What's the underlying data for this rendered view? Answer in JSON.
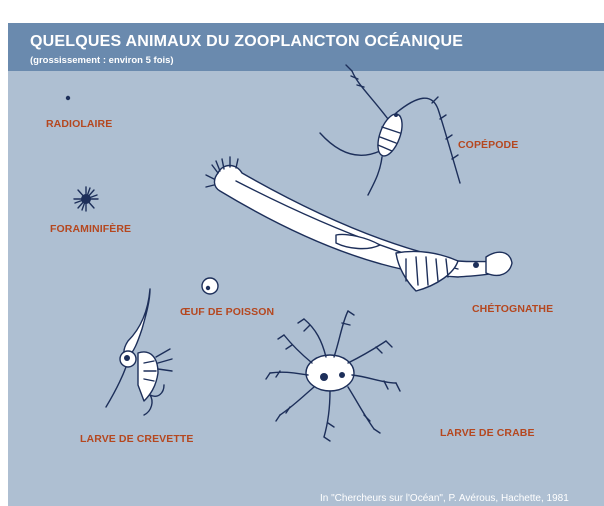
{
  "title": "QUELQUES ANIMAUX  DU ZOOPLANCTON OCÉANIQUE",
  "subtitle": "(grossissement : environ 5 fois)",
  "labels": {
    "radiolaire": "RADIOLAIRE",
    "foraminifere": "FORAMINIFÈRE",
    "oeuf": "ŒUF DE POISSON",
    "crevette": "LARVE DE CREVETTE",
    "copepode": "COPÉPODE",
    "chetognathe": "CHÉTOGNATHE",
    "crabe": "LARVE DE CRABE"
  },
  "credit": "In \"Chercheurs sur l'Océan\", P. Avérous, Hachette, 1981",
  "colors": {
    "background": "#aebfd2",
    "header": "#6a8aae",
    "label": "#b5471f",
    "ink": "#1d2f5a"
  }
}
